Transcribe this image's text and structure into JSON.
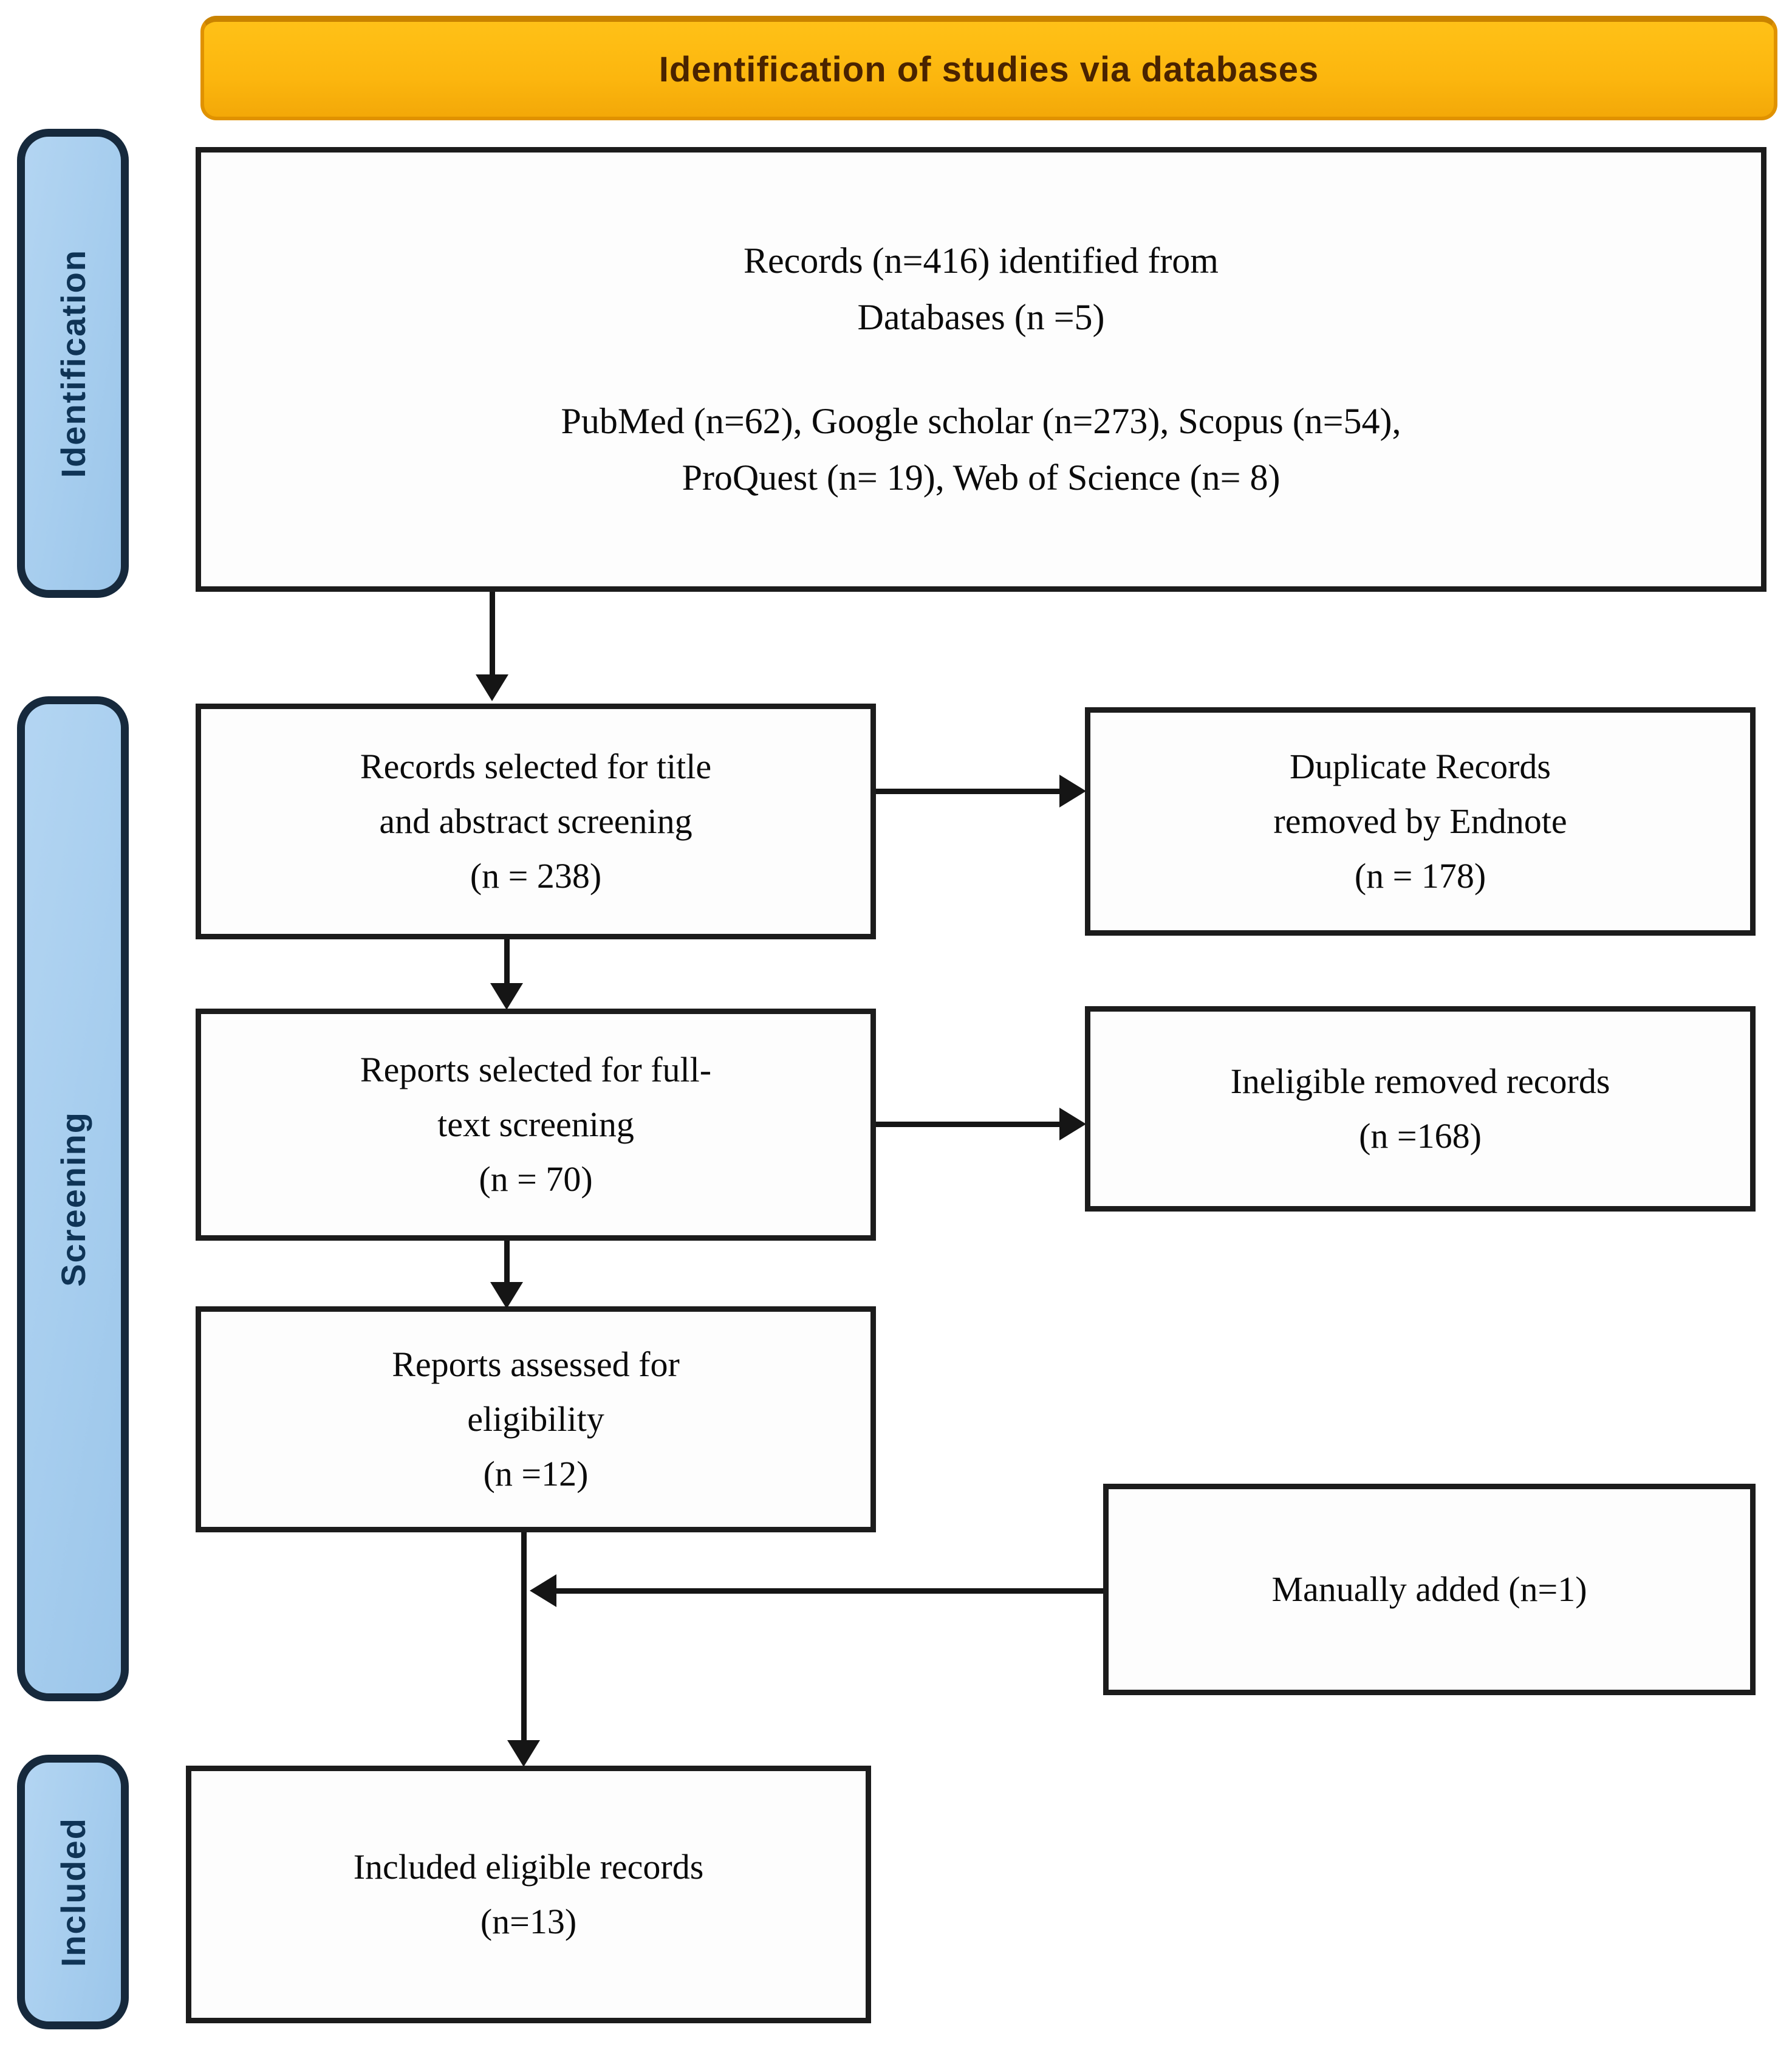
{
  "title_banner": "Identification of studies via databases",
  "side_labels": {
    "identification": "Identification",
    "screening": "Screening",
    "included": "Included"
  },
  "boxes": {
    "records_identified": {
      "summary": "Records (n=416) identified from\nDatabases (n =5)",
      "sources": "PubMed (n=62), Google scholar (n=273), Scopus (n=54),\nProQuest (n= 19), Web of Science (n= 8)"
    },
    "title_abstract_screening": "Records selected for title\nand abstract screening\n(n = 238)",
    "duplicates_removed": "Duplicate Records\nremoved by Endnote\n(n = 178)",
    "full_text_screening": "Reports selected for full-\ntext screening\n(n = 70)",
    "ineligible_removed": "Ineligible removed records\n(n =168)",
    "assessed_eligibility": "Reports assessed for\neligibility\n(n =12)",
    "manually_added": "Manually added (n=1)",
    "included_records": "Included eligible records\n(n=13)"
  },
  "colors": {
    "banner_fill": "#FFC117",
    "banner_border": "#E09200",
    "banner_text": "#4A2300",
    "stage_pill_fill": "#A6CDEE",
    "stage_pill_border": "#16293C",
    "stage_pill_text": "#0F3456",
    "box_fill": "#FDFDFD",
    "box_border": "#1C1C1C",
    "arrow": "#151515"
  }
}
